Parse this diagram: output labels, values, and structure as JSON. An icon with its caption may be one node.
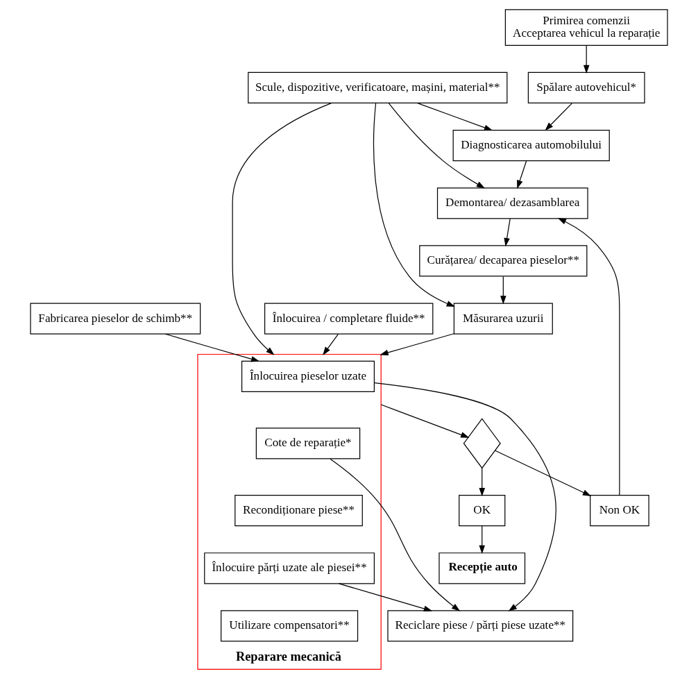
{
  "diagram": {
    "nodes": [
      {
        "text": [
          "Primirea comenzii",
          "Acceptarea vehicul la reparație"
        ]
      },
      {
        "text": [
          "Fabricarea pieselor de schimb**"
        ]
      },
      {
        "text": [
          "Recepție auto"
        ]
      },
      {
        "text": [
          "Spălare autovehicul*"
        ]
      },
      {
        "text": [
          "Reciclare piese / părți piese uzate**"
        ]
      },
      {
        "text": [
          "Reparare mecanică"
        ]
      },
      {
        "text": [
          "Înlocuirea pieselor uzate"
        ],
        "in": 5
      },
      {
        "text": [
          "Cote de reparație*"
        ],
        "in": 5
      },
      {
        "text": [
          "Recondiționare piese**"
        ],
        "in": 5
      },
      {
        "text": [
          "Înlocuire părți uzate ale piesei**"
        ],
        "in": 5
      },
      {
        "text": [
          "Utilizare compensatori**"
        ],
        "in": 5
      },
      {
        "text": [
          "OK"
        ]
      },
      {
        "text": [],
        "shape": "diamond"
      },
      {
        "text": [
          "Diagnosticarea automobilului"
        ]
      },
      {
        "text": [
          "Scule, dispozitive, verificatoare, mașini, material**"
        ]
      },
      {
        "text": [
          "Non OK"
        ]
      },
      {
        "text": [
          "Demontarea/ dezasamblarea"
        ]
      },
      {
        "text": [
          "Curățarea/ decaparea pieselor**"
        ]
      },
      {
        "text": [
          "Înlocuirea / completare fluide**"
        ]
      },
      {
        "text": [
          "Măsurarea uzurii"
        ]
      }
    ],
    "edges": [
      {
        "from": 0,
        "to": 3,
        "arrow": "to"
      },
      {
        "from": 1,
        "to": 6,
        "arrow": "to"
      },
      {
        "from": 6,
        "to": 4,
        "arrow": "to"
      },
      {
        "from": 7,
        "to": 4,
        "arrow": "to"
      },
      {
        "from": 9,
        "to": 4,
        "arrow": "to"
      },
      {
        "from": 3,
        "to": 13,
        "arrow": "to"
      },
      {
        "from": 13,
        "to": 16,
        "arrow": "to"
      },
      {
        "from": 16,
        "to": 17,
        "arrow": "to"
      },
      {
        "from": 17,
        "to": 19,
        "arrow": "to"
      },
      {
        "from": 14,
        "to": 13,
        "arrow": "to"
      },
      {
        "from": 14,
        "to": 16,
        "arrow": "to"
      },
      {
        "from": 14,
        "to": 19,
        "arrow": "to"
      },
      {
        "from": 14,
        "to": 5,
        "arrow": "to"
      },
      {
        "from": 18,
        "to": 5,
        "arrow": "to"
      },
      {
        "from": 19,
        "to": 5,
        "arrow": "to"
      },
      {
        "from": 5,
        "to": 12,
        "arrow": "to"
      },
      {
        "from": 12,
        "to": 11,
        "arrow": "to"
      },
      {
        "from": 12,
        "to": 15,
        "arrow": "to"
      },
      {
        "from": 11,
        "to": 2,
        "arrow": "to"
      },
      {
        "from": 15,
        "to": 16,
        "arrow": "to"
      }
    ]
  }
}
